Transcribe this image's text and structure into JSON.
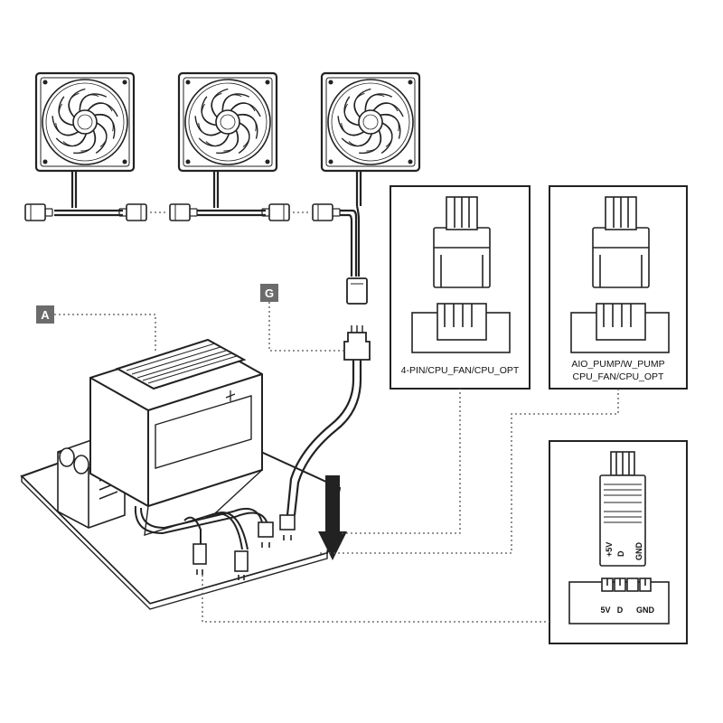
{
  "labels": {
    "a": "A",
    "g": "G"
  },
  "captions": {
    "panel1": "4-PIN/CPU_FAN/CPU_OPT",
    "panel2_line1": "AIO_PUMP/W_PUMP",
    "panel2_line2": "CPU_FAN/CPU_OPT"
  },
  "pins": {
    "five_v": "+5V",
    "d": "D",
    "gnd": "GND",
    "header_five_v": "5V",
    "header_d": "D",
    "header_gnd": "GND"
  },
  "colors": {
    "line": "#222222",
    "tag_fill": "#6b6b6b",
    "leader": "#555555"
  }
}
